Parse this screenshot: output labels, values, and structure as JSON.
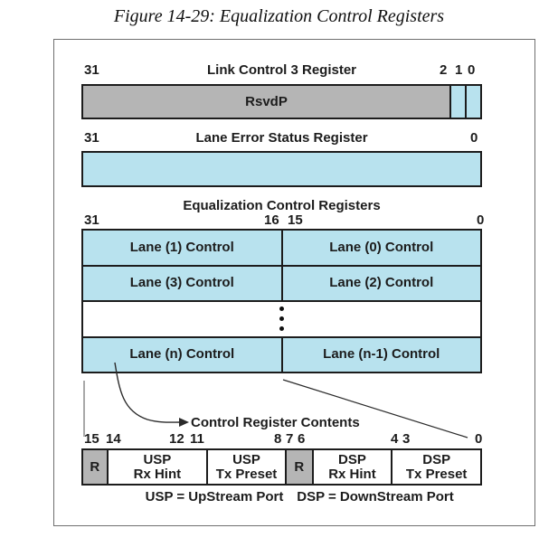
{
  "figure": {
    "title": "Figure 14-29: Equalization Control Registers"
  },
  "link_control_3": {
    "title": "Link Control 3 Register",
    "bit_hi": "31",
    "bits_lo": [
      "2",
      "1",
      "0"
    ],
    "field_label": "RsvdP"
  },
  "lane_error_status": {
    "title": "Lane Error Status Register",
    "bit_hi": "31",
    "bit_lo": "0"
  },
  "eq": {
    "title": "Equalization Control Registers",
    "bit_hi": "31",
    "bit_mid_hi": "16",
    "bit_mid_lo": "15",
    "bit_lo": "0",
    "rows": [
      {
        "left": "Lane (1) Control",
        "right": "Lane (0) Control"
      },
      {
        "left": "Lane (3) Control",
        "right": "Lane (2) Control"
      },
      {
        "left": "Lane (n) Control",
        "right": "Lane (n-1) Control"
      }
    ]
  },
  "contents": {
    "caption": "Control Register Contents",
    "bits": [
      "15",
      "14",
      "12",
      "11",
      "8",
      "7",
      "6",
      "4",
      "3",
      "0"
    ],
    "fields": [
      {
        "line1": "R",
        "line2": ""
      },
      {
        "line1": "USP",
        "line2": "Rx Hint"
      },
      {
        "line1": "USP",
        "line2": "Tx Preset"
      },
      {
        "line1": "R",
        "line2": ""
      },
      {
        "line1": "DSP",
        "line2": "Rx Hint"
      },
      {
        "line1": "DSP",
        "line2": "Tx Preset"
      }
    ],
    "legend_usp": "USP = UpStream Port",
    "legend_dsp": "DSP = DownStream Port"
  },
  "colors": {
    "field_blue": "#b8e2ee",
    "reserved_gray": "#b5b5b5",
    "border_black": "#1c1c1c"
  }
}
